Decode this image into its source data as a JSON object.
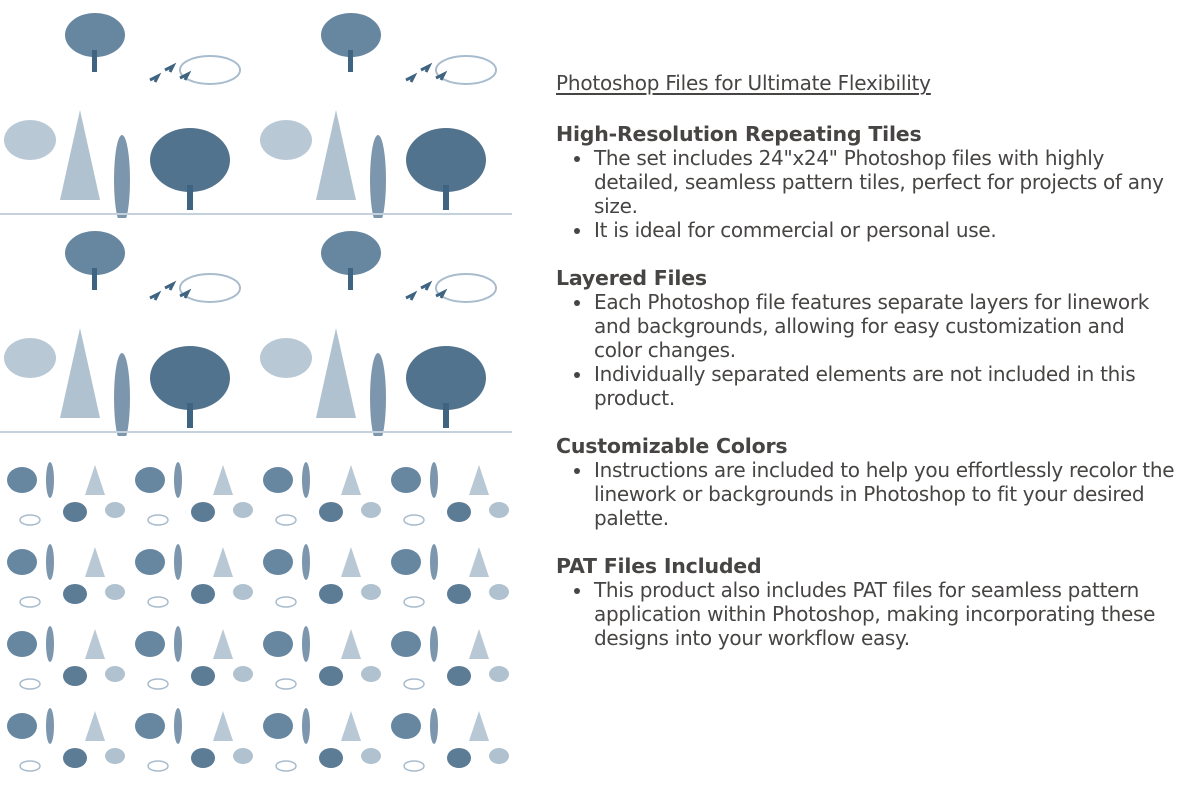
{
  "colors": {
    "ink": "#3f6482",
    "ink_light": "#8fa8bd",
    "text": "#474543"
  },
  "title": "Photoshop Files for Ultimate Flexibility",
  "sections": [
    {
      "heading": "High-Resolution Repeating Tiles",
      "bullets": [
        "The set includes 24\"x24\" Photoshop files with highly detailed, seamless pattern tiles, perfect for projects of any size.",
        "It is ideal for commercial or personal use."
      ]
    },
    {
      "heading": "Layered Files",
      "bullets": [
        "Each Photoshop file features separate layers for linework and backgrounds, allowing for easy customization and color changes.",
        "Individually separated elements are not included in this product."
      ]
    },
    {
      "heading": "Customizable Colors",
      "bullets": [
        "Instructions are included to help you effortlessly recolor the linework or backgrounds in Photoshop to fit your desired palette."
      ]
    },
    {
      "heading": "PAT Files Included",
      "bullets": [
        "This product also includes PAT files for seamless pattern application within Photoshop, making incorporating these designs into your workflow easy."
      ]
    }
  ]
}
